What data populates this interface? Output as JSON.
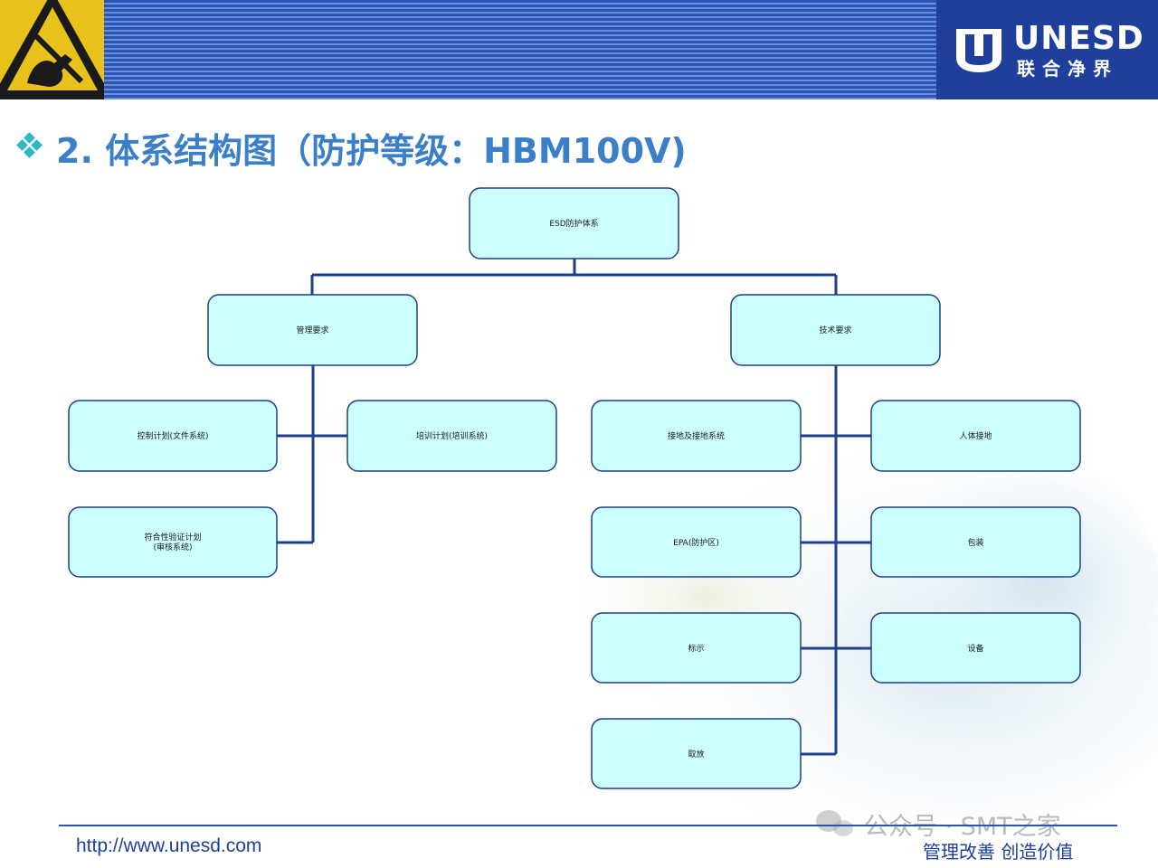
{
  "header": {
    "logo_text": "UNESD",
    "logo_subtitle": "联合净界",
    "colors": {
      "stripe": "#2a55b8",
      "logo_bg": "#1e3f9c",
      "warning": "#e8c21a"
    }
  },
  "title": "2. 体系结构图（防护等级：HBM100V)",
  "diagram": {
    "root": "ESD防护体系",
    "management": {
      "label": "管理要求",
      "children": [
        "控制计划(文件系统)",
        "培训计划(培训系统)",
        "符合性验证计划",
        "(审核系统)"
      ]
    },
    "technical": {
      "label": "技术要求",
      "children": [
        "接地及接地系统",
        "人体接地",
        "EPA(防护区)",
        "包装",
        "标示",
        "设备",
        "取放"
      ]
    },
    "colors": {
      "box_fill": "#ccffff",
      "box_stroke": "#1e3f8c",
      "connector": "#1e3f8c"
    }
  },
  "footer": {
    "url": "http://www.unesd.com",
    "slogan": "管理改善   创造价值",
    "watermark": "公众号 · SMT之家"
  }
}
